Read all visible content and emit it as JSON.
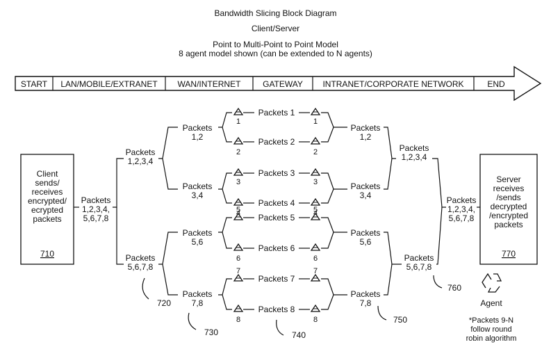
{
  "header": {
    "title": "Bandwidth Slicing Block Diagram",
    "subtitle": "Client/Server",
    "model": "Point to Multi-Point to Point Model",
    "agents_note": "8 agent model shown (can be extended to N agents)"
  },
  "bar": {
    "segments": [
      "START",
      "LAN/MOBILE/EXTRANET",
      "WAN/INTERNET",
      "GATEWAY",
      "INTRANET/CORPORATE NETWORK",
      "END"
    ]
  },
  "client": {
    "lines": [
      "Client",
      "sends/",
      "receives",
      "encrypted/",
      "ecrypted",
      "packets"
    ],
    "ref": "710"
  },
  "server": {
    "lines": [
      "Server",
      "receives",
      "/sends",
      "decrypted",
      "/encrypted",
      "packets"
    ],
    "ref": "770"
  },
  "labels": {
    "packets_word": "Packets",
    "all": "1,2,3,4,",
    "all2": "5,6,7,8",
    "g1234": "1,2,3,4",
    "g5678": "5,6,7,8",
    "p12": "1,2",
    "p34": "3,4",
    "p56": "5,6",
    "p78": "7,8"
  },
  "lanes": [
    {
      "label": "Packets 1",
      "num": "1"
    },
    {
      "label": "Packets 2",
      "num": "2"
    },
    {
      "label": "Packets 3",
      "num": "3"
    },
    {
      "label": "Packets 4",
      "num": "4"
    },
    {
      "label": "Packets 5",
      "num": "5"
    },
    {
      "label": "Packets 6",
      "num": "6"
    },
    {
      "label": "Packets 7",
      "num": "7"
    },
    {
      "label": "Packets 8",
      "num": "8"
    }
  ],
  "refs": {
    "r720": "720",
    "r730": "730",
    "r740": "740",
    "r750": "750",
    "r760": "760"
  },
  "agent": {
    "icon": "recycle-icon",
    "label": "Agent",
    "note_lines": [
      "*Packets 9-N",
      "follow round",
      "robin algorithm"
    ]
  }
}
